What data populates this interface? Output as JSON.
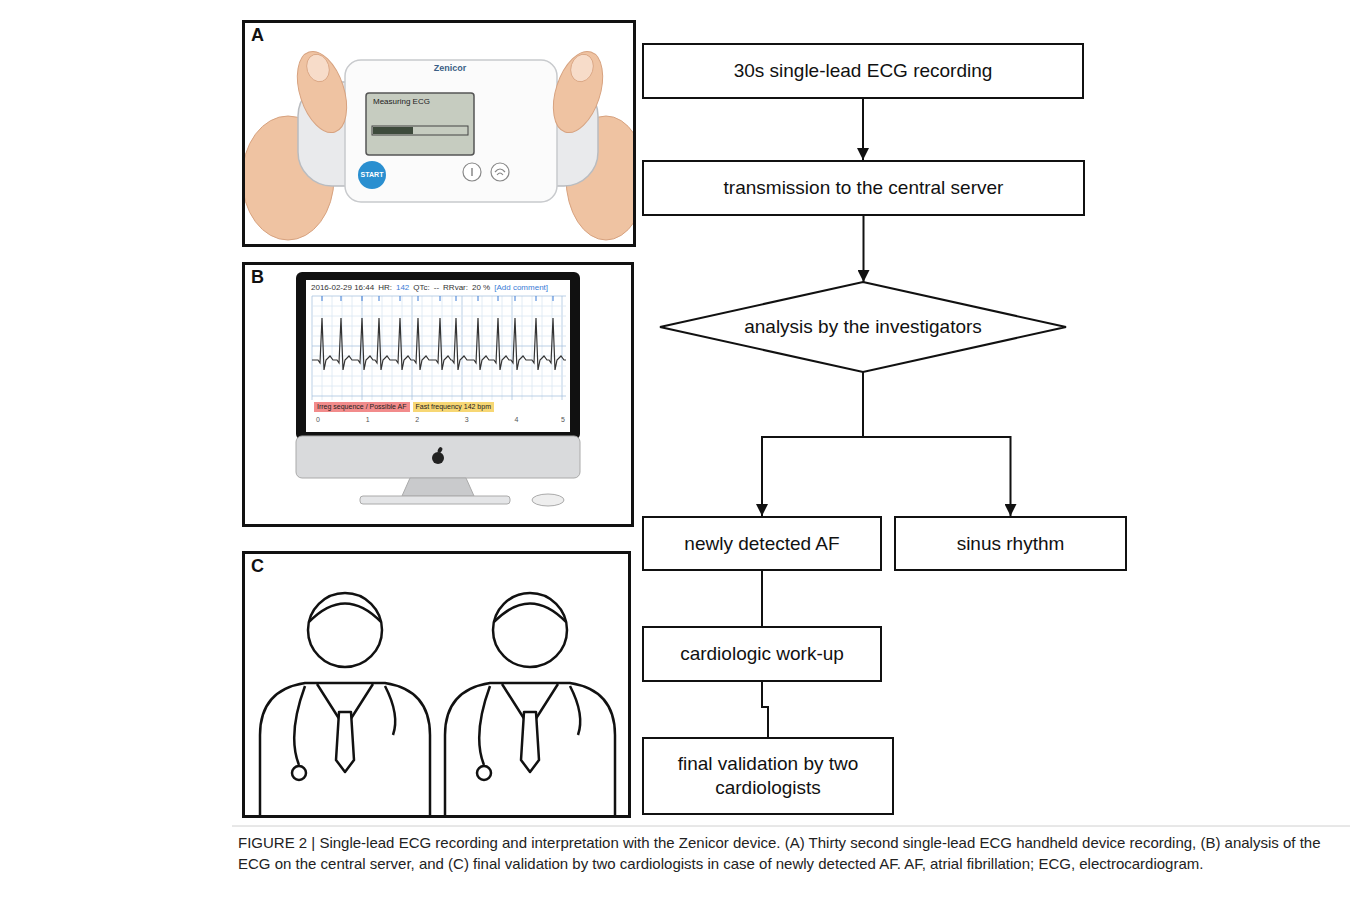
{
  "diagram": {
    "caption": "FIGURE 2 | Single-lead ECG recording and interpretation with the Zenicor device. (A) Thirty second single-lead ECG handheld device recording, (B) analysis of the ECG on the central server, and (C) final validation by two cardiologists in case of newly detected AF. AF, atrial fibrillation; ECG, electrocardiogram.",
    "nodes": [
      {
        "text": [
          "A"
        ]
      },
      {
        "text": [
          "B"
        ]
      },
      {
        "text": [
          "C"
        ]
      },
      {
        "text": [
          "30s single-lead ECG recording"
        ]
      },
      {
        "text": [
          "transmission to the central server"
        ]
      },
      {
        "text": [
          "analysis by the investigators"
        ]
      },
      {
        "text": [
          "newly detected AF"
        ]
      },
      {
        "text": [
          "sinus rhythm"
        ]
      },
      {
        "text": [
          "cardiologic work-up"
        ]
      },
      {
        "text": [
          "final validation by two cardiologists"
        ]
      }
    ],
    "edges": [
      {
        "from": 3,
        "to": 4,
        "arrow": "to"
      },
      {
        "from": 4,
        "to": 5,
        "arrow": "to"
      },
      {
        "from": 5,
        "to": 6,
        "arrow": "to"
      },
      {
        "from": 5,
        "to": 7,
        "arrow": "to"
      },
      {
        "from": 6,
        "to": 8,
        "arrow": "none"
      },
      {
        "from": 8,
        "to": 9,
        "arrow": "none"
      }
    ],
    "labels": [
      "Zenicor",
      "Measuring ECG",
      "START",
      "2016-02-29 16:44",
      "HR:",
      "142",
      "QTc:",
      "--",
      "RRvar:",
      "20 %",
      "[Add comment]",
      "Irreg sequence / Possible AF",
      "Fast frequency 142 bpm",
      "0",
      "1",
      "2",
      "3",
      "4",
      "5"
    ]
  }
}
